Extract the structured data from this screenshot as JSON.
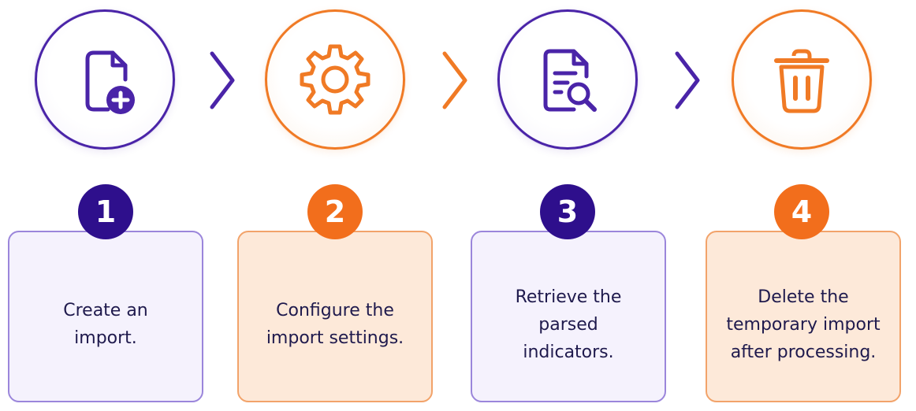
{
  "colors": {
    "purple": "#4a24a8",
    "purple_dark": "#2e0f8c",
    "orange": "#f07a25",
    "card_purple_bg": "#f5f2fd",
    "card_orange_bg": "#fde9d9",
    "text": "#1f1a4d"
  },
  "steps": [
    {
      "number": "1",
      "icon": "file-add-icon",
      "color": "purple",
      "text": "Create an\nimport."
    },
    {
      "number": "2",
      "icon": "gear-icon",
      "color": "orange",
      "text": "Configure the\nimport settings."
    },
    {
      "number": "3",
      "icon": "document-search-icon",
      "color": "purple",
      "text": "Retrieve the\nparsed\nindicators."
    },
    {
      "number": "4",
      "icon": "trash-icon",
      "color": "orange",
      "text": "Delete the\ntemporary import\nafter processing."
    }
  ],
  "connectors": [
    "chevron-right-icon",
    "chevron-right-icon",
    "chevron-right-icon"
  ]
}
